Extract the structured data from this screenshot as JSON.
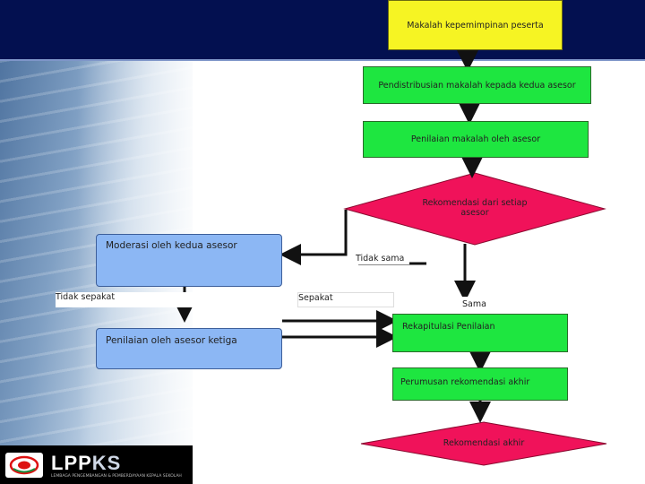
{
  "nodes": {
    "makalah": "Makalah kepemimpinan peserta",
    "pendistribusian": "Pendistribusian makalah kepada kedua asesor",
    "penilaian_makalah": "Penilaian makalah oleh asesor",
    "rekomendasi_setiap": "Rekomendasi dari setiap asesor",
    "moderasi": "Moderasi oleh kedua asesor",
    "penilaian_ketiga": "Penilaian oleh asesor ketiga",
    "rekapitulasi": "Rekapitulasi Penilaian",
    "perumusan": "Perumusan rekomendasi akhir",
    "rekomendasi_akhir": "Rekomendasi akhir"
  },
  "labels": {
    "tidak_sama": "Tidak sama",
    "tidak_sepakat": "Tidak sepakat",
    "sepakat": "Sepakat",
    "sama": "Sama"
  },
  "logo": {
    "title_a": "LPP",
    "title_b": "KS",
    "subtitle": "LEMBAGA PENGEMBANGAN & PEMBERDAYAAN KEPALA SEKOLAH"
  },
  "colors": {
    "header": "#031050",
    "process": "#1ee640",
    "start": "#f6f423",
    "decision": "#f0125a",
    "moderation": "#8cb7f4"
  }
}
